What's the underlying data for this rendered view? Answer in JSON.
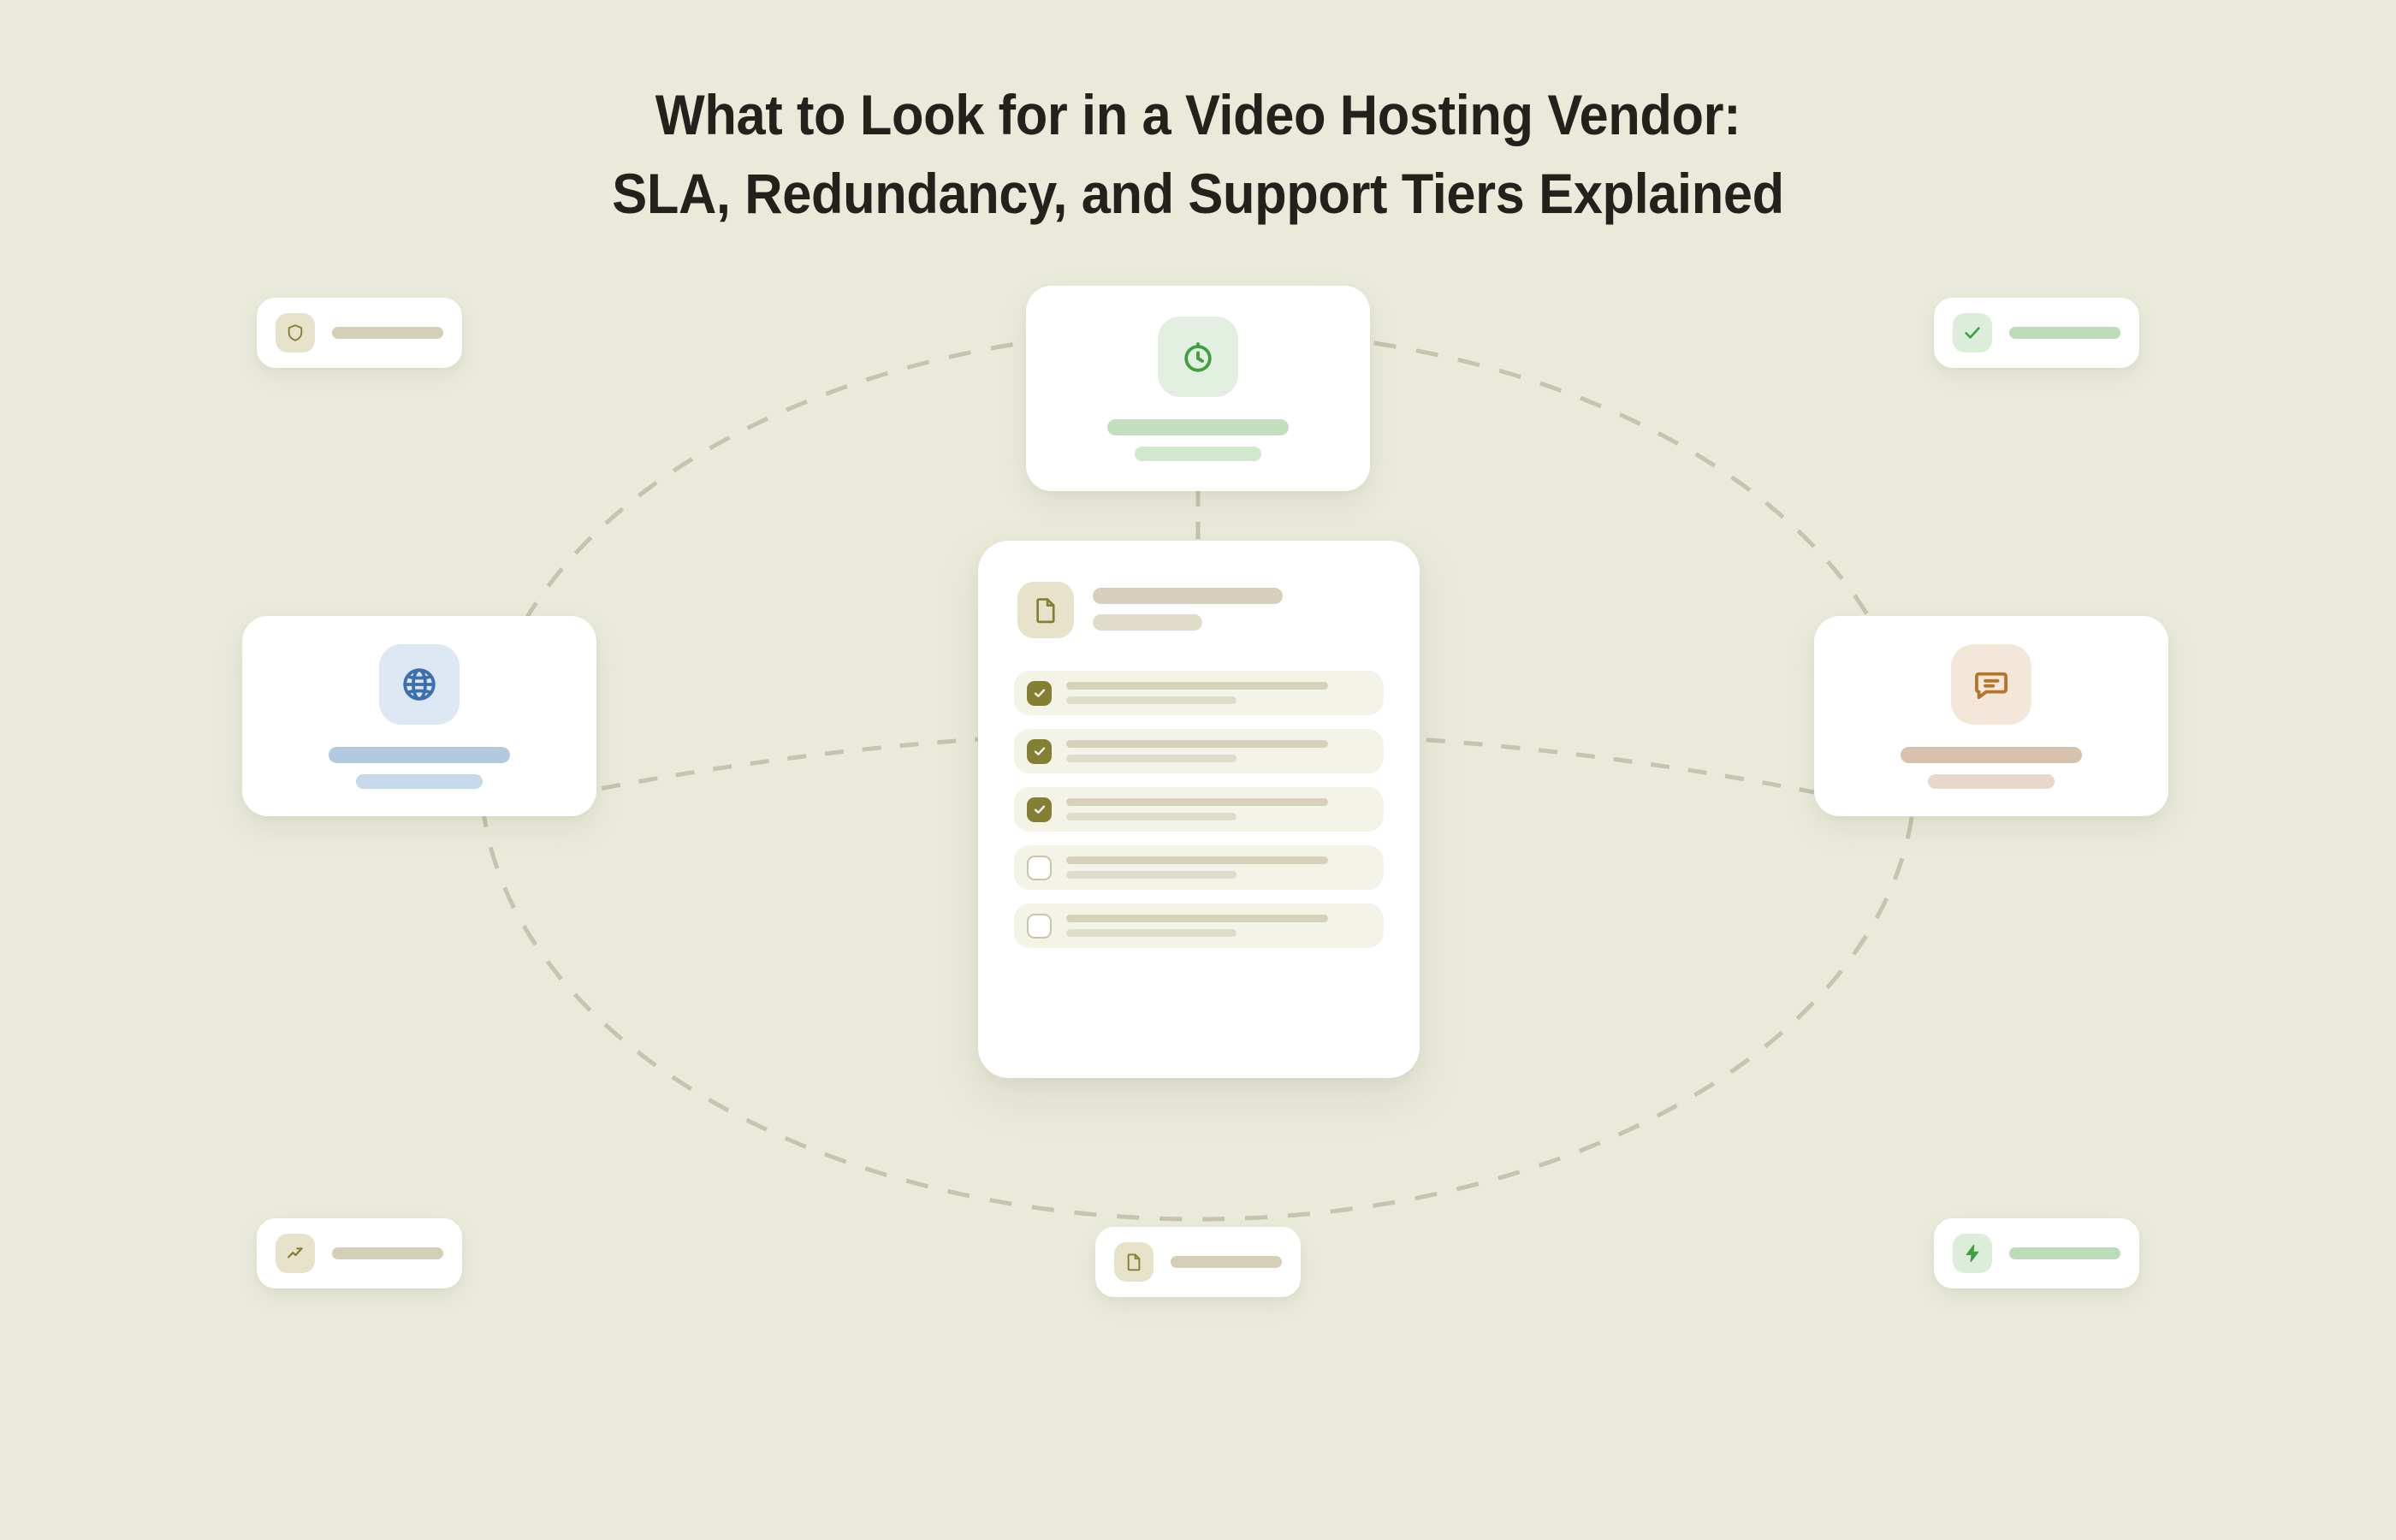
{
  "page": {
    "background_color": "#eaeadb",
    "title_color": "#23211c"
  },
  "title": {
    "line1": "What to Look for in a Video Hosting Vendor:",
    "line2": "SLA, Redundancy, and Support Tiers Explained"
  },
  "center_card": {
    "name": "checklist-card",
    "icon": "document-icon",
    "icon_color": "#857f33",
    "icon_chip_color": "#e7e3cb",
    "rows": [
      {
        "state": "checked",
        "checkbox_color": "#857f33"
      },
      {
        "state": "checked",
        "checkbox_color": "#857f33"
      },
      {
        "state": "checked",
        "checkbox_color": "#857f33"
      },
      {
        "state": "unchecked",
        "checkbox_color": "#c9c5aa"
      },
      {
        "state": "unchecked",
        "checkbox_color": "#c9c5aa"
      }
    ]
  },
  "satellite_cards": [
    {
      "position": "top",
      "name": "uptime-sla-card",
      "icon": "stopwatch-icon",
      "icon_color": "#3da23d",
      "chip_color": "#e2efe1",
      "bar_color_primary": "#c3dfc0",
      "bar_color_secondary": "#d2e6d0"
    },
    {
      "position": "left",
      "name": "global-redundancy-card",
      "icon": "globe-icon",
      "icon_color": "#3b6fad",
      "chip_color": "#dde8f4",
      "bar_color_primary": "#b2cadf",
      "bar_color_secondary": "#c6d9ea"
    },
    {
      "position": "right",
      "name": "support-tier-card",
      "icon": "chat-bubble-icon",
      "icon_color": "#b5742a",
      "chip_color": "#f3e7d9",
      "bar_color_primary": "#d7c3ad",
      "bar_color_secondary": "#e6d9c9"
    }
  ],
  "pill_cards": [
    {
      "position": "top-left",
      "name": "security-pill",
      "icon": "shield-icon",
      "icon_color": "#857f33",
      "chip_color": "#e7e3cb",
      "bar_color": "#d4cfb6"
    },
    {
      "position": "top-right",
      "name": "verified-pill",
      "icon": "check-icon",
      "icon_color": "#3da23d",
      "chip_color": "#dcedda",
      "bar_color": "#bcdcb9"
    },
    {
      "position": "bottom-left",
      "name": "analytics-pill",
      "icon": "trending-up-icon",
      "icon_color": "#857f33",
      "chip_color": "#e7e3cb",
      "bar_color": "#d4cfb6"
    },
    {
      "position": "bottom-center",
      "name": "document-pill",
      "icon": "document-icon",
      "icon_color": "#857f33",
      "chip_color": "#e7e3cb",
      "bar_color": "#d4cfb6"
    },
    {
      "position": "bottom-right",
      "name": "performance-pill",
      "icon": "lightning-bolt-icon",
      "icon_color": "#3da23d",
      "chip_color": "#dcedda",
      "bar_color": "#bcdcb9"
    }
  ],
  "connectors": {
    "style": "dashed",
    "color": "#c6c3ae",
    "shapes": [
      "large-ellipse",
      "horizontal-arc",
      "vertical-link-top-to-center"
    ]
  }
}
